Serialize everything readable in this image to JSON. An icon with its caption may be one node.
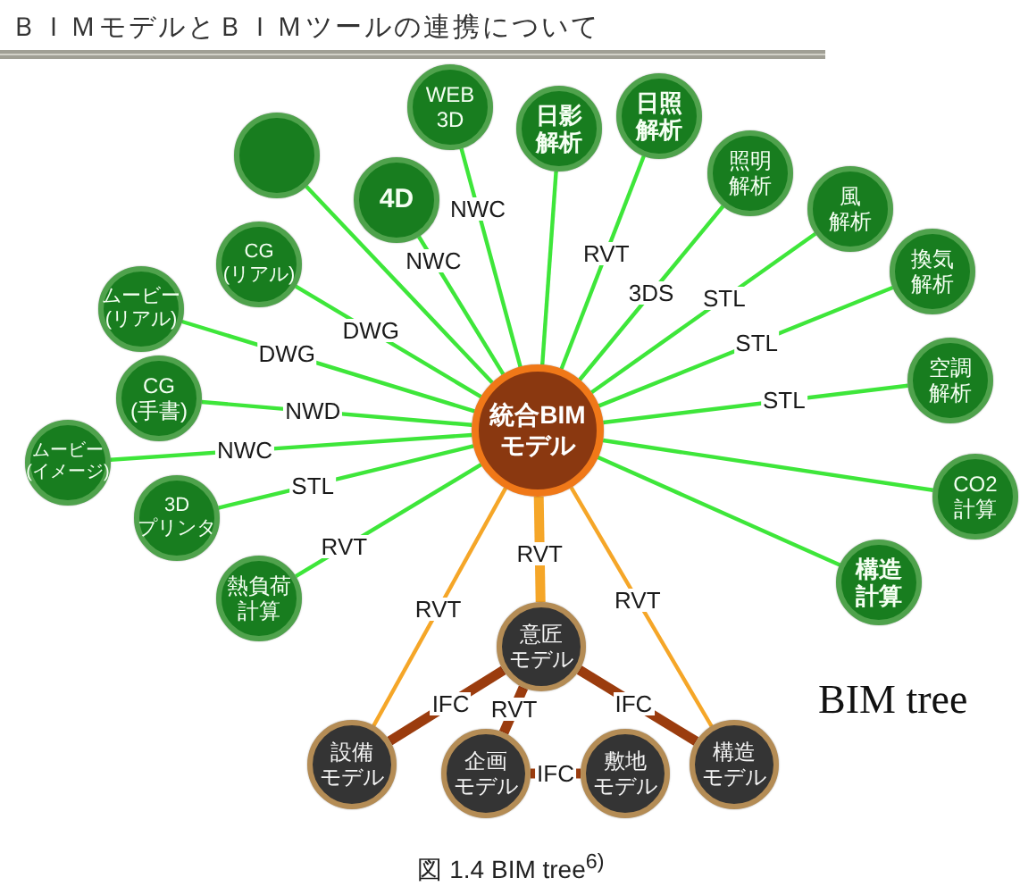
{
  "diagram": {
    "title": "ＢＩＭモデルとＢＩＭツールの連携について",
    "caption": "図 1.4 BIM tree$^{6)}$",
    "nodes": [
      {
        "text": [
          "統合BIMモデル"
        ]
      },
      {
        "text": [],
        "shape": "circle"
      },
      {
        "text": [
          "WEB 3D"
        ]
      },
      {
        "text": [
          "4D"
        ]
      },
      {
        "text": [
          "日影解析"
        ]
      },
      {
        "text": [
          "日照解析"
        ]
      },
      {
        "text": [
          "照明解析"
        ]
      },
      {
        "text": [
          "風解析"
        ]
      },
      {
        "text": [
          "換気解析"
        ]
      },
      {
        "text": [
          "空調解析"
        ]
      },
      {
        "text": [
          "CO2計算"
        ]
      },
      {
        "text": [
          "構造計算"
        ]
      },
      {
        "text": [
          "CG(リアル)"
        ]
      },
      {
        "text": [
          "ムービー(リアル)"
        ]
      },
      {
        "text": [
          "CG(手書)"
        ]
      },
      {
        "text": [
          "ムービー(イメージ)"
        ]
      },
      {
        "text": [
          "3Dプリンタ"
        ]
      },
      {
        "text": [
          "熱負荷計算"
        ]
      },
      {
        "text": [
          "意匠モデル"
        ]
      },
      {
        "text": [
          "設備モデル"
        ]
      },
      {
        "text": [
          "企画モデル"
        ]
      },
      {
        "text": [
          "敷地モデル"
        ]
      },
      {
        "text": [
          "構造モデル"
        ]
      }
    ],
    "edges": [
      {
        "from": 0,
        "to": 1,
        "arrow": "none"
      },
      {
        "from": 0,
        "to": 2,
        "arrow": "none",
        "label": "NWC"
      },
      {
        "from": 0,
        "to": 3,
        "arrow": "none",
        "label": "NWC"
      },
      {
        "from": 0,
        "to": 4,
        "arrow": "none"
      },
      {
        "from": 0,
        "to": 5,
        "arrow": "none",
        "label": "RVT"
      },
      {
        "from": 0,
        "to": 6,
        "arrow": "none",
        "label": "3DS"
      },
      {
        "from": 0,
        "to": 7,
        "arrow": "none",
        "label": "STL"
      },
      {
        "from": 0,
        "to": 8,
        "arrow": "none",
        "label": "STL"
      },
      {
        "from": 0,
        "to": 9,
        "arrow": "none",
        "label": "STL"
      },
      {
        "from": 0,
        "to": 10,
        "arrow": "none"
      },
      {
        "from": 0,
        "to": 11,
        "arrow": "none"
      },
      {
        "from": 0,
        "to": 12,
        "arrow": "none",
        "label": "DWG"
      },
      {
        "from": 0,
        "to": 13,
        "arrow": "none",
        "label": "DWG"
      },
      {
        "from": 0,
        "to": 14,
        "arrow": "none",
        "label": "NWD"
      },
      {
        "from": 0,
        "to": 15,
        "arrow": "none",
        "label": "NWC"
      },
      {
        "from": 0,
        "to": 16,
        "arrow": "none",
        "label": "STL"
      },
      {
        "from": 0,
        "to": 17,
        "arrow": "none",
        "label": "RVT"
      },
      {
        "from": 0,
        "to": 18,
        "arrow": "none",
        "label": "RVT",
        "style": "thick",
        "color": "#f5a628"
      },
      {
        "from": 0,
        "to": 19,
        "arrow": "none",
        "label": "RVT",
        "color": "#f5a628"
      },
      {
        "from": 0,
        "to": 22,
        "arrow": "none",
        "label": "RVT",
        "color": "#f5a628"
      },
      {
        "from": 18,
        "to": 19,
        "arrow": "none",
        "label": "IFC",
        "style": "thick",
        "color": "#9b3c0e"
      },
      {
        "from": 18,
        "to": 20,
        "arrow": "none",
        "label": "RVT",
        "style": "thick",
        "color": "#9b3c0e"
      },
      {
        "from": 18,
        "to": 22,
        "arrow": "none",
        "label": "IFC",
        "style": "thick",
        "color": "#9b3c0e"
      },
      {
        "from": 20,
        "to": 21,
        "arrow": "none",
        "label": "IFC",
        "style": "thick",
        "color": "#9b3c0e"
      }
    ],
    "labels": [
      "BIM tree"
    ]
  }
}
